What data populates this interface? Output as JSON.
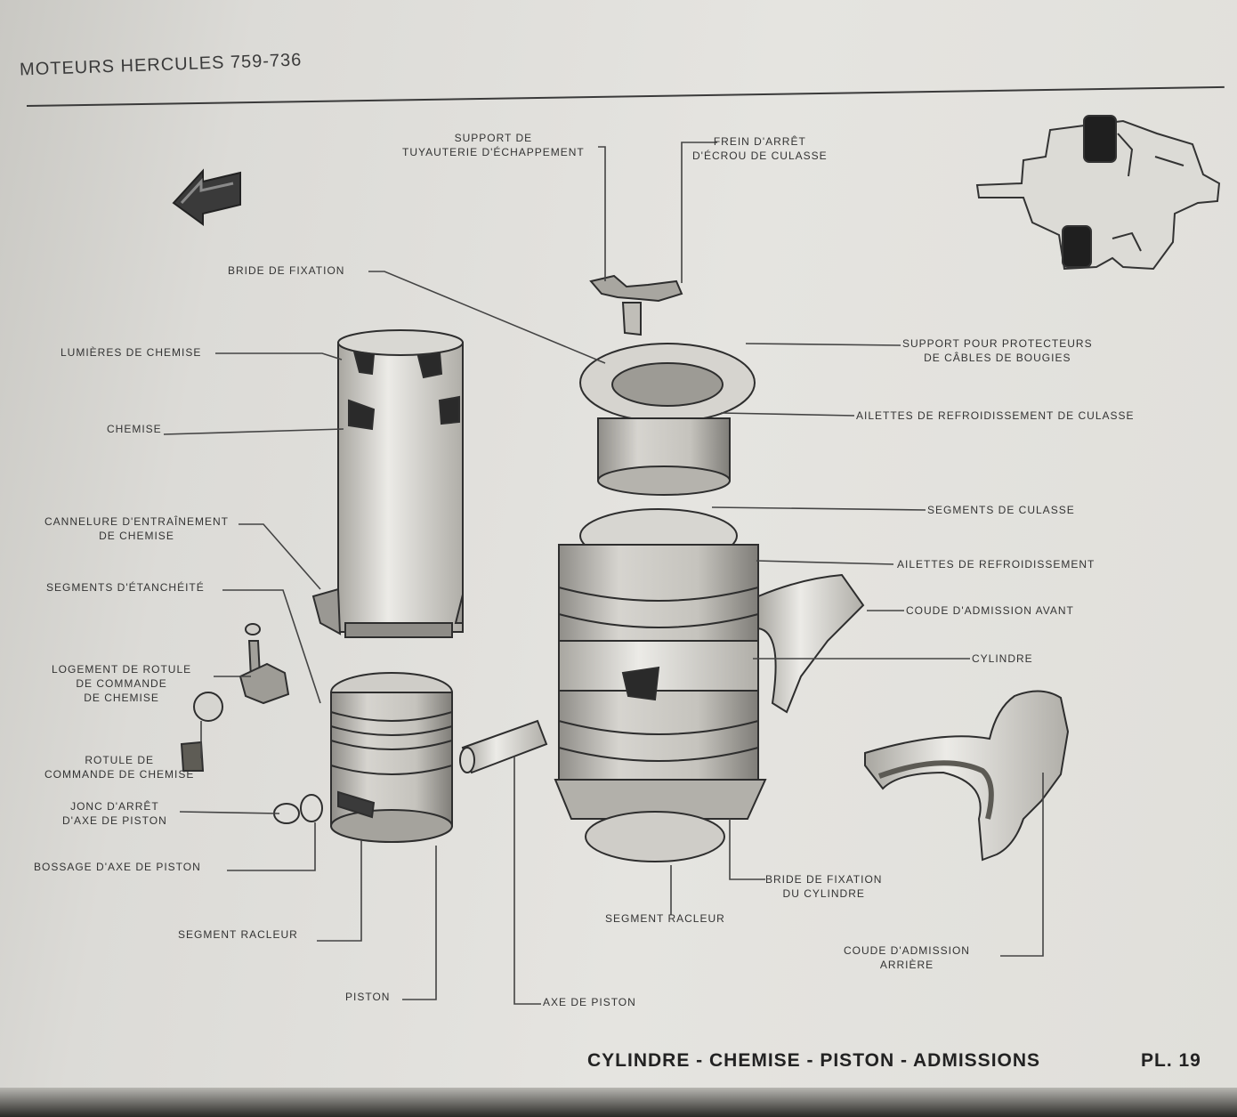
{
  "header": {
    "title": "MOTEURS HERCULES 759-736"
  },
  "labels": {
    "support_tuyauterie": [
      "SUPPORT DE",
      "TUYAUTERIE D'ÉCHAPPEMENT"
    ],
    "frein_arret": [
      "FREIN D'ARRÊT",
      "D'ÉCROU DE CULASSE"
    ],
    "bride_fixation": "BRIDE DE FIXATION",
    "support_protecteurs": [
      "SUPPORT POUR PROTECTEURS",
      "DE CÂBLES DE BOUGIES"
    ],
    "ailettes_culasse": "AILETTES DE REFROIDISSEMENT DE CULASSE",
    "lumieres_chemise": "LUMIÈRES DE CHEMISE",
    "chemise": "CHEMISE",
    "segments_culasse": "SEGMENTS DE CULASSE",
    "cannelure": [
      "CANNELURE D'ENTRAÎNEMENT",
      "DE CHEMISE"
    ],
    "ailettes_refroidissement": "AILETTES DE REFROIDISSEMENT",
    "segments_etancheite": "SEGMENTS D'ÉTANCHÉITÉ",
    "coude_avant": "COUDE D'ADMISSION AVANT",
    "logement_rotule": [
      "LOGEMENT DE ROTULE",
      "DE COMMANDE",
      "DE CHEMISE"
    ],
    "cylindre": "CYLINDRE",
    "rotule_commande": [
      "ROTULE DE",
      "COMMANDE DE CHEMISE"
    ],
    "jonc_arret": [
      "JONC D'ARRÊT",
      "D'AXE DE PISTON"
    ],
    "bossage_axe": "BOSSAGE D'AXE DE PISTON",
    "bride_cylindre": [
      "BRIDE DE FIXATION",
      "DU CYLINDRE"
    ],
    "segment_racleur_left": "SEGMENT RACLEUR",
    "segment_racleur_center": "SEGMENT RACLEUR",
    "coude_arriere": [
      "COUDE D'ADMISSION",
      "ARRIÈRE"
    ],
    "piston": "PISTON",
    "axe_piston": "AXE DE PISTON"
  },
  "footer": {
    "caption": "CYLINDRE - CHEMISE - PISTON - ADMISSIONS",
    "plate": "PL. 19"
  },
  "colors": {
    "ink": "#333333",
    "paper": "#e3e2de",
    "metal": "#b9b7b1",
    "dark": "#2a2a2a"
  }
}
